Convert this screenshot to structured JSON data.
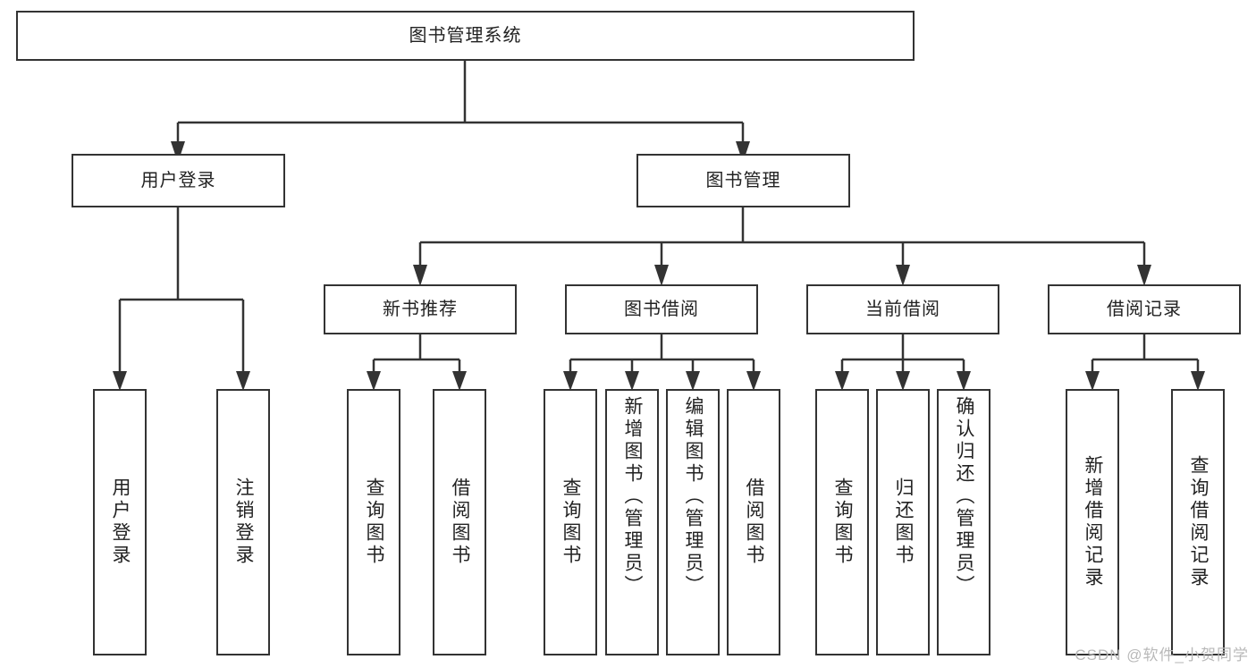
{
  "diagram": {
    "title": "图书管理系统",
    "root": {
      "label": "图书管理系统"
    },
    "level2": [
      {
        "label": "用户登录"
      },
      {
        "label": "图书管理"
      }
    ],
    "level3": [
      {
        "label": "新书推荐"
      },
      {
        "label": "图书借阅"
      },
      {
        "label": "当前借阅"
      },
      {
        "label": "借阅记录"
      }
    ],
    "leaves": {
      "user_login": [
        {
          "label": "用户登录"
        },
        {
          "label": "注销登录"
        }
      ],
      "new_book_recommend": [
        {
          "label": "查询图书"
        },
        {
          "label": "借阅图书"
        }
      ],
      "book_borrow": [
        {
          "label": "查询图书"
        },
        {
          "label": "新增图书（管理员）"
        },
        {
          "label": "编辑图书（管理员）"
        },
        {
          "label": "借阅图书"
        }
      ],
      "current_borrow": [
        {
          "label": "查询图书"
        },
        {
          "label": "归还图书"
        },
        {
          "label": "确认归还（管理员）"
        }
      ],
      "borrow_record": [
        {
          "label": "新增借阅记录"
        },
        {
          "label": "查询借阅记录"
        }
      ]
    }
  },
  "watermark": {
    "text": "CSDN @软件_小贺同学"
  },
  "colors": {
    "stroke": "#333333",
    "background": "#ffffff",
    "text": "#222222",
    "watermark": "#b9b9b9"
  }
}
